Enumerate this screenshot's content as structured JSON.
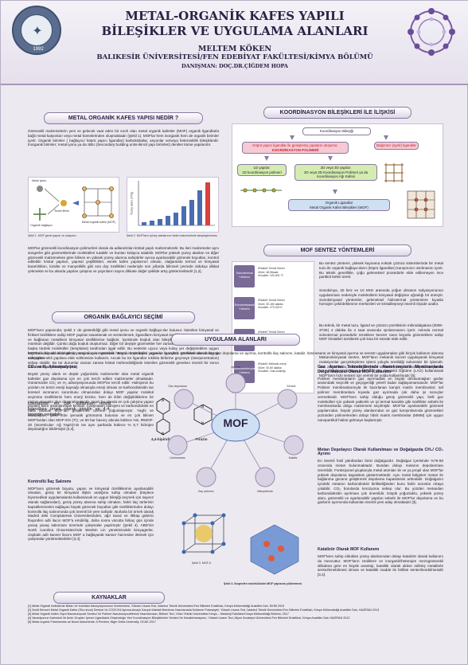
{
  "header": {
    "logo_left_text": "BALIKESİR ÜNİVERSİTESİ",
    "logo_left_year": "1992",
    "title_line1": "METAL-ORGANİK KAFES YAPILI",
    "title_line2": "BİLEŞİKLER VE UYGULAMA ALANLARI",
    "author": "MELTEM KÖKEN",
    "affiliation": "BALIKESİR ÜNİVERSİTESİ/FEN EDEBİYAT FAKÜLTESİ/KİMYA BÖLÜMÜ",
    "advisor": "DANIŞMAN: DOÇ.DR.ÇİĞDEM HOPA"
  },
  "sections": {
    "mof_what": "METAL ORGANİK KAFES YAPISI NEDİR ?",
    "coordination": "KOORDİNASYON BİLEŞİKLERİ İLE İLİŞKİSİ",
    "ligand": "ORGANİK BAĞLAYICI SEÇİMİ",
    "methods": "MOF SENTEZ YÖNTEMLERİ",
    "applications": "UYGULAMA ALANLARI",
    "references": "KAYNAKLAR"
  },
  "mof_what": {
    "p1": "Gözenekli malzemelerin yeni ve gelecek vaat eden bir sınıfı olan metal organik kafesler (MOF) organik ligandlarla bağlı metal katyonları veya metal kümelerinden oluşmaktadır (Şekil 1). MOFlar hem inorganik hem de organik birimler içerir. Organik birimler ( bağlayıcı/ köprü yapıcı ligandlar) karboksilatlar, anyonlar ve/veya heterosiklik bileşiklerdir. İnorganik birimler; metal iyonu ya da SBU (Secondary building units-ikincil yapı birimleri) denilen küme yapılarıdır.",
    "fig1_labels": [
      "Metal iyonu",
      "Temel Birim",
      "Organik bağlayıcı",
      "Metal organik kafes (MOF)"
    ],
    "fig1_caption": "Şekil 1. MOF genel yapısı ve oluşumu",
    "fig2_caption": "Şekil 2. MOF'ların yüzey alanlarının farklı malzemelerle karşılaştırılması",
    "fig2_ylabel": "Yüzey alanı (m²/g)",
    "p2": "MOFlar gözenekli koordinasyon polimerleri olarak da adlandırılan kristal yapılı malzemelerdir. Bu ileri malzemeler aynı süngerler gibi gözeneklerinde molekülleri tutabilir ve bunları kolayca salabilir. MOFlar yüksek yüzey alanları ve diğer gözenekli malzemelere göre bilinen en yüksek yüzey alanına sahiptirler ayrıca ayarlanabilir gözenek boyutları, kontrol edilebilir kristal yapıları, yapısal çeşitlilikleri, esnek kafes yapılarının olması, olağanüstü termal ve kimyasal kararlılıkları, kiralite ve manyetiklik gibi sıra dışı özellikleri nedeniyle son yıllarda bilimsel çevrede oldukça dikkat çekmekte ve bu alanda yapılan çalışma ve yayınların sayısı dikkate değer şekilde artış göstermektedir [1,2]."
  },
  "coordination": {
    "box_top": "Koordinasyon Bileşiği",
    "box_left_title": "Köprü yapıcı ligandlar ile genişlemiş yapıların oluşumu:",
    "box_left_sub": "KOORDİNASYON POLİMERİ",
    "box_right": "Bağımsız (ayrık) ligandlar",
    "box_1d_title": "1D yapılar:",
    "box_1d_sub": "1D koordinasyon polimeri",
    "box_23d_title": "2D veya 3D yapılar:",
    "box_23d_sub": "2D veya 3D Koordinasyon Polimeri ya da Koordinasyon Ağı Kafesi",
    "box_bottom_title": "Organik Ligandlar",
    "box_bottom_sub": "Metal Organik Kafes Bileşikleri (MOF)"
  },
  "ligand": {
    "p1": "MOF'ların yapısında; Şekil 1' de gösterildiği gibi metal iyonu ve organik bağlayıcılar bulunur. İstenilen kimyasal ve fiziksel özelliklere sahip MOF yapıları tasarlamak ve sentezlemek, ligandların kimyasal özelliklerinin yanı sıra yapısına ve bağlanan metallerin kimyasal özelliklerine bağlıdır. İçerisinde boşluk olan bileşikleri sentezlemek neredeyse mümkün değildir. Çünkü doğa boşluk oluşturmaz. Diğer bir deyişle gözenekler her zaman bir gaz türü olan gaz ya da başka türdeki moleküller (templates) tarafından işgal edilir. Bu nedenle uçucu veya kolay yer değiştirebilen uygun boyuttaki konuk moleküllerin seçimi çok önemlidir. Büyük köprüleyici organik ligandlar, görevsel olarak büyük mikrogözenekli yapılara elde edilmesine kullanılır. Ancak bu tür ligandlar sıklıkla birbirine geçmeye (interpenetration) sebep olabilir. Bu tür durumlar zaman zaman kristal mühendisliğinde istenilen gözenekli geneken önemli bir sorun olarak ortaya çıkmaktadır [3,4].",
    "p2": "Literatürde en çok kullanılan nötral ligandlara örnek olarak pirazin ve 4,4-bipiridin verilebilir.",
    "label_bipy": "4,4-bipiridin",
    "label_pyz": "Pirazin"
  },
  "methods": {
    "rows": [
      {
        "label": "Solvotermal Yöntem",
        "props": [
          "•Reaktif: Temsil Süreci",
          "•Süre: 48-96saat",
          "•Sıcaklık: 100-400 °C"
        ]
      },
      {
        "label": "Sonokimyasal Yöntem",
        "props": [
          "•Reaktif: Temsil Süreci",
          "•Süre: 30-180 dakika",
          "•Sıcaklık: 273-313 K"
        ]
      },
      {
        "label": "Mikrodalga Yöntem",
        "props": [
          "•Reaktif: Temsil Süreci",
          "•Süre: 4 dakika-4 saat",
          "•Sıcaklık: 303-373 K"
        ]
      },
      {
        "label": "Mekanokimyasal Yöntem",
        "props": [
          "•Reaktif: Mekanik enerji",
          "•Süre: 30-60 dakika",
          "•Sıcaklık: Oda sıcaklığı"
        ]
      }
    ],
    "p_solvo": "Bu sentez yöntemi, yüksek kaynama noktalı çözücü sistemlerinde bir metal tuzu ile organik bağlayıcıların (köprü ligandları) karışımının ısıtılmasını içerir. Bu teknik genellikle, çoğu geleneksel prosedürle elde edilemeyen ince partikül türleri üretir.",
    "p_sono": "Sonokimya, 20 kHz ve 10 MHz arasında yoğun ultrason radyasyonunun uygulanması nedeniyle moleküllerin kimyasal değişime uğradığı bir süreçtir. Sonokimyasal yöntemler, geleneksel hidrotermal yöntemlere kıyasla homojen çekirdeklenme merkezleri ve kristalleşmeyi önemli ölçüde azaltır.",
    "p_micro": "Bu teknik, bir metal tuzu, ligand ve çözücü çözeltisinin mikrodalgalara (300K-373K) 4 dakika ila 4 saat arasında ışınlanmasını içerir. Aslında normal solvotermal prosedürle örneklere benzer nano boyutlu gözeneklere sahip MOF kristalleri üretilerek çok kısa bir sürede elde edilir.",
    "p_mechano": "Mekanokimyasal sentez, MOF'ların mekanik kuvvet uygulayarak kimyasal reaksiyonlar gerçekleştirme işlemi yoluyla üretildiği solventsiz bir işlemdir. Son zamanlarda, mekanik kimyasal sentezler, katı bir reaksiyon karışımına az miktarda çözücünün eklendiği Sıvı Destekli Öğütme (LAG) kullanılarak MOF'ların hızlı sentezi için verimli bir yolda kullanılmıştır [5]."
  },
  "applications": {
    "intro": "MOFlar sahip oldukları geniş yüzey alanı ve gözenek hacmi, esnek kafes yapısı ve manyetik özelliklerinden dolayı gaz depolama ve ayırma, kontrollü ilaç salınımı, kataliz, lüminesans ve kimyasal ayırma ve sensör uygulamaları gibi birçok kullanım alanına sahiptirler.",
    "co2_title": "CO₂ ve H₂ Adsorpsiyonu",
    "co2_text": "Büyük yüzey alanlı ve düşük yoğunluklu malzemeler olan metal organik kafesler gaz depolama için en çok tercih edilen malzemeler olmaktadır. Günümüzde CO₂ ve H₂ adsorpsiyonunda MOF'lar tercih edilir. Hidrojenin bu yüzden en temiz enerji kaynağı olmasıyla enerji olması ve karbondioksitin ise küresel ısınmanın sorumlusu olmasından dolayı MOF yapılar molekül seçimine özelliklerini hem enerji krizine, hem de iklim değişikliklerine bir çözüm olacaktır diye düşünülmektedir. Yapılı bu alanda en çok çalışma yapan popüler bilim insanlarından birisidir. Çalışmaları hidrojeni ve karbondioksiti en fazla tutacak MOF'ları geliştirmek üzerine yoğunlaşmıştır. Yaghi ve arkadaşları, Şekil 3'de şematik görünümü bulunan ve en çok bilinen MOF'lardan olan MOF-5'in (Tr), ve 80 bar basınç altında kütlece %5, IRMOF-20 (Isoreticular- Ağ Yapılı)'nin ise aynı şartlarda kütlece % 6,7 hidrojen depoladığını bildirmiştir [3,4].",
    "drug_title": "Kontrollü İlaç Salınımı",
    "drug_text": "MOF'ların gözenek boyutu, yapısı ve kimyasal özelliklerinin ayarlanabilir olmaları, geniş bir kimyasal ilişkin aralığına sahip olmaları (böylece biyomedikal uygulamalarda kullanılacak en uygun bileşiği seçmek için sayısız olanak sağlamaları), geniş yüzey alanına sahip olmaları, farklı ilaç türlerinin kapsüllenmesini sağlayan büyük gözenek boyutları gibi özelliklerinden dolayı kontrollü ilaç salınımında çok önemli bir yere sahiptir. Burlarla bir örnek olarak Madrid deki Complutense Üniversitesinden, ağır tavaz ve iltihap giderici İbuprofen adlı ilacın MOF'a emdirilip, daha sonra vücutta birkaç gün içinde yavaş yavaş salınması üzerinde çalışmalar yapılmıştır (Şekil 4). ABD'nin North Carolina Üniversitesi'nde Wenbin Lin yönetimindeki kimyagerler, cisplatin adlı kanser ilacını MOF a bağlayarak kanser hücresine iletmek için çalışmalar yürütmektedirler [3,4].",
    "hub_labels": {
      "center": "MOF",
      "top": "Ayırma",
      "gas": "Gaz depolama",
      "sensor": "Sensör",
      "drug": "İlaç salınımı",
      "catalysis": "Kataliz",
      "mag": "Manyetizma",
      "lum": "Lüminesans"
    },
    "fig3_caption": "Şekil 3. MOF-5",
    "fig4_caption": "Şekil 4. Ibuprofen molekülünün MOF yapısına yüklenmesi",
    "gas_sep_title": "Gaz Ayırma Teknolojilerinde Nanokompozit Membranlarda Dolgu Maddesi Olarak MOF Kullanımı",
    "gas_sep_text": "Polimer membranların gaz ayırmadaki en büyük dezavantajları gazlar arasındaki seçicilik ve geçirgenliği yeterli kadar sağlayamamasıdır. MOF'lar Polimer membranlarınıyla ile hazırlanan karışık matris membranlar; saf polimer membranlara kıyasla gaz ayırmada çok daha iyi sonuçlar vermektedir. MOF'ların sahip olduğu geniş gözenekli yapı, belli gaz molekülleri için yüksek yatkınlık ve iyi termal karalılık gibi özellikler sebebi ile membranlarda dolgu malzemesi seçilmiştir. MOF'lar ayarlanabilir gözenek yapılarından, büyük yüzey alanlarından ve gaz karışımlarında gözenekleri yüzünden polimerlerden dolayı hibrit matris membranlar (MMM) için uygun nanopartikül haline gelmeye başlamıştır.",
    "methane_title": "Metan Depolayıcı Olarak Kullanılması ve Doğalgazda CH₄/ CO₂ Ayrımı",
    "methane_text": "En önemli fosil yakıtlardan birisi doğalgazdır. Doğalgaz içerisinde %75-90 oranında metan bulunmaktadır. Bundan dolayı metanın depolanması önemlidir. Fonksiyonel gruplarıyla metal atomları ile ve ya propil olan MOF'lar yüksek depolama kapasitesi göstermektedir. Aynı metal bölgeleri metan ile bağlanma gücünü geliştirerek depolama kapasitesini arttırabilir. Doğalgazın içindeki metanın karbondioksit birlikteliğinden bunu farklı sorunlar ortaya çıkabilir. CO₂ borularda korozyona sebep olur. Bu yüzden metandan karbondioksitin ayrılması çok önemlidir. Düşük yoğunluklu, yüksek yüzey alanı, gözenekli ve ayarlanabilir yapıları sebebi ile MOF'lar depolama ve bu gazların ayrımında kullanılan önemli yeni aday olmaktadır [3].",
    "cat_title": "Katalizör Olarak MOF Kullanımı",
    "cat_text": "MOF'ların sahip oldukları yüzey alanlarından dolayı katalizör olarak kullanımı da mevcuttur. MOF'ların zeolitlere ve inorganik/heterojen mezogözenekli silikalara göre en büyük avantajı; katalitik olarak aktive edilmiş metallerle sentezlenebilmesi olması ve katalitik madde ile birlikte sentezlenebilmesidir [3,4]."
  },
  "references": [
    "[1] Metal Organik Kafeslerde Bütan Ve İzobütan Adsorpsiyonunun İncelenmesi, Yüksek Lisans Tezi, İstanbul Teknik Üniversitesi-Fen Bilimleri Enstitüsü, Kimya Mühendisliği Anabilim Dalı, EKİM 2015",
    "[2] Zeolit Benzeri Metal Organik Kafes (Tiho-imod) Sentezi Ve CO2/CH4 Ayırma Amaçlı Karışık Matrisli Membran Hazırlamada Kullanım Potansiyeli, Yüksek Lisans Tezi, İstanbul Teknik Üniversitesi-Fen Bilimleri Enstitüsü, Kimya Mühendisliği Anabilim Dalı, HAZİRAN 2013",
    "[3] Metal Organik Kafes Yapılı Nanokompozit Sentezi Ve Polimer Nanokompozitlerinin Hazırlanması, Bitirme Tezi, Yıldız Teknik Üniversitesi Kimya – Metalurji Fakültesi Kimya Mühendisliği Bölümü, 2017",
    "[4] Vanadyumun Karboksil Ve Amin Grupları İçeren Ligandlarla Oluşturduğu Yeni Koordinasyon Bileşiklerinin Sentezi Ve Karakterizasyonu, Yüksek Lisans Tezi, Afyon Kocatepe Üniversitesi Fen Bilimleri Enstitüsü, Kimya Anabilim Dalı HAZİRAN 2012",
    "[5] Metal-organic Frameworks as Novel Adsorbents: A Preview, Niger Delta University, OCAK 2017"
  ],
  "colors": {
    "accent": "#7a6a96",
    "title_color": "#2a2244",
    "red_text": "#cc2222",
    "pink_box": "#f6c9d6",
    "green_box": "#d4ecb0",
    "blue_box": "#cfe0f4"
  }
}
